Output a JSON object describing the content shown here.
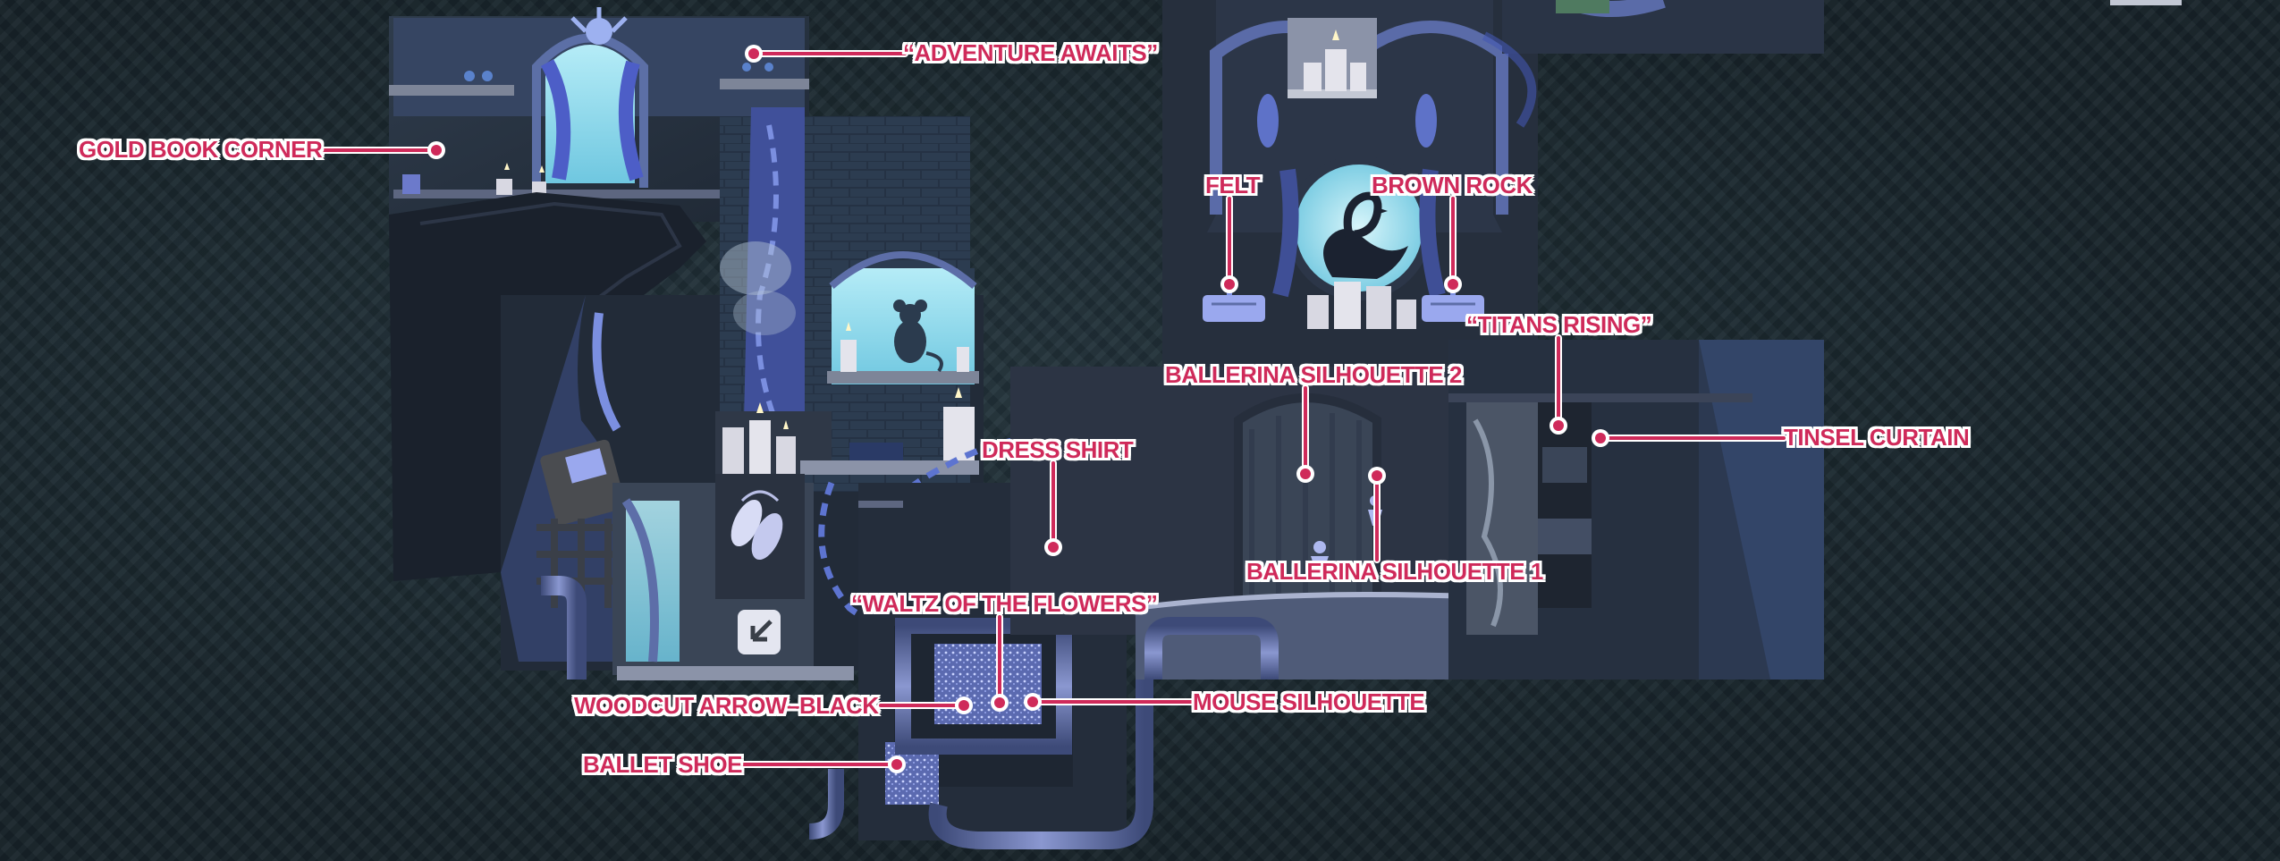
{
  "labels": {
    "adventure_awaits": "“ADVENTURE AWAITS”",
    "gold_book_corner": "GOLD BOOK CORNER",
    "felt": "FELT",
    "brown_rock": "BROWN ROCK",
    "titans_rising": "“TITANS RISING”",
    "ballerina_silhouette_2": "BALLERINA SILHOUETTE 2",
    "tinsel_curtain": "TINSEL CURTAIN",
    "dress_shirt": "DRESS SHIRT",
    "ballerina_silhouette_1": "BALLERINA SILHOUETTE 1",
    "waltz_of_the_flowers": "“WALTZ OF THE FLOWERS”",
    "woodcut_arrow_black": "WOODCUT ARROW–BLACK",
    "mouse_silhouette": "MOUSE SILHOUETTE",
    "ballet_shoe": "BALLET SHOE"
  },
  "colors": {
    "label_text": "#cf2a5a",
    "label_outline": "#ffffff",
    "background": "#1c2a31",
    "scene_glow": "#8fd9ee",
    "scene_blue": "#5a6fc0"
  },
  "icons": {
    "swan": "swan-silhouette-icon",
    "ballerina": "ballerina-silhouette-icon",
    "mouse": "mouse-silhouette-icon",
    "shoe": "ballet-shoe-icon",
    "arrow": "woodcut-arrow-icon",
    "candle": "candle-icon"
  }
}
